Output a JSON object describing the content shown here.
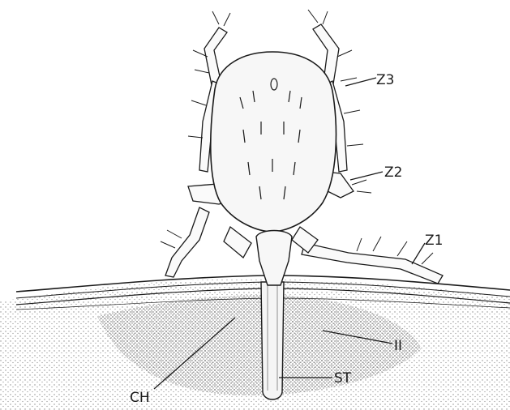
{
  "diagram": {
    "labels": {
      "z3": "Z3",
      "z2": "Z2",
      "z1": "Z1",
      "ii": "II",
      "st": "ST",
      "ch": "CH"
    }
  },
  "colors": {
    "ink": "#1a1a1a",
    "skin": "#f4f1ea",
    "stipple": "#2b2b2b",
    "background": "#ffffff"
  }
}
